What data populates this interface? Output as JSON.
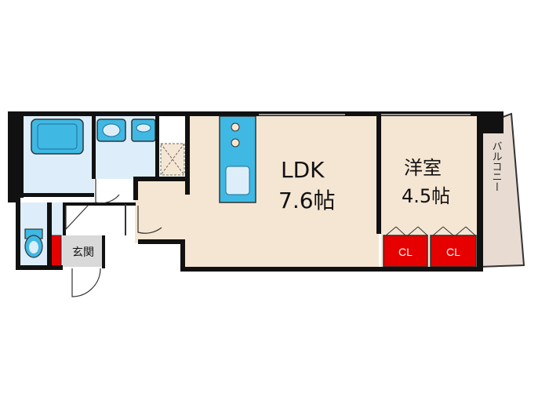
{
  "rooms": {
    "ldk": {
      "name": "LDK",
      "size": "7.6帖"
    },
    "western": {
      "name": "洋室",
      "size": "4.5帖"
    },
    "entrance": {
      "name": "玄関"
    },
    "closet1": {
      "name": "CL"
    },
    "closet2": {
      "name": "CL"
    },
    "balcony": {
      "name": "バルコニー"
    }
  },
  "colors": {
    "floor": "#f5e6d3",
    "wet_area": "#ddeefa",
    "fixture": "#3fb8e3",
    "closet": "#e60000",
    "balcony": "#e8dcd2",
    "entrance": "#d9d9d9",
    "wall": "#111111"
  }
}
